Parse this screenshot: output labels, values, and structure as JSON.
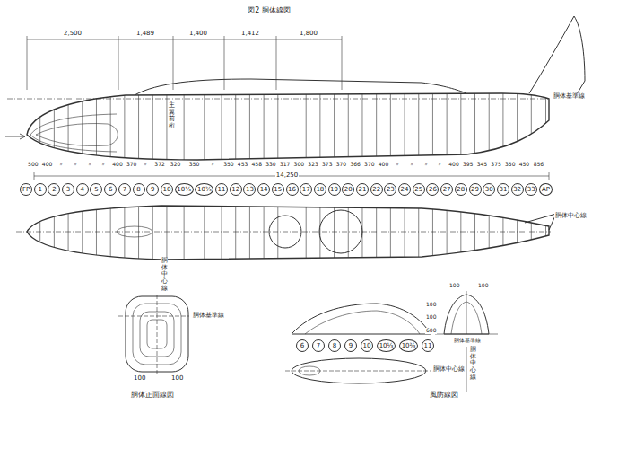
{
  "diagram": {
    "title": "図2 胴体線図",
    "nodes": [
      {
        "text": [
          "FP"
        ]
      },
      {
        "text": [
          "1"
        ]
      },
      {
        "text": [
          "2"
        ]
      },
      {
        "text": [
          "3"
        ]
      },
      {
        "text": [
          "4"
        ]
      },
      {
        "text": [
          "5"
        ]
      },
      {
        "text": [
          "6"
        ]
      },
      {
        "text": [
          "7"
        ]
      },
      {
        "text": [
          "8"
        ]
      },
      {
        "text": [
          "9"
        ]
      },
      {
        "text": [
          "10"
        ]
      },
      {
        "text": [
          "10⅓"
        ]
      },
      {
        "text": [
          "10⅔"
        ]
      },
      {
        "text": [
          "11"
        ]
      },
      {
        "text": [
          "12"
        ]
      },
      {
        "text": [
          "13"
        ]
      },
      {
        "text": [
          "14"
        ]
      },
      {
        "text": [
          "15"
        ]
      },
      {
        "text": [
          "16"
        ]
      },
      {
        "text": [
          "17"
        ]
      },
      {
        "text": [
          "18"
        ]
      },
      {
        "text": [
          "19"
        ]
      },
      {
        "text": [
          "20"
        ]
      },
      {
        "text": [
          "21"
        ]
      },
      {
        "text": [
          "22"
        ]
      },
      {
        "text": [
          "23"
        ]
      },
      {
        "text": [
          "24"
        ]
      },
      {
        "text": [
          "25"
        ]
      },
      {
        "text": [
          "26"
        ]
      },
      {
        "text": [
          "27"
        ]
      },
      {
        "text": [
          "28"
        ]
      },
      {
        "text": [
          "29"
        ]
      },
      {
        "text": [
          "30"
        ]
      },
      {
        "text": [
          "31"
        ]
      },
      {
        "text": [
          "32"
        ]
      },
      {
        "text": [
          "33"
        ]
      },
      {
        "text": [
          "AP"
        ]
      },
      {
        "text": [
          "6"
        ]
      },
      {
        "text": [
          "7"
        ]
      },
      {
        "text": [
          "8"
        ]
      },
      {
        "text": [
          "9"
        ]
      },
      {
        "text": [
          "10"
        ]
      },
      {
        "text": [
          "10⅓"
        ]
      },
      {
        "text": [
          "10⅔"
        ]
      },
      {
        "text": [
          "11"
        ]
      }
    ],
    "labels": [
      "2,500",
      "1,489",
      "1,400",
      "1,412",
      "1,800",
      "胴体基準線",
      "主翼前桁",
      "500",
      "400",
      "〃",
      "〃",
      "〃",
      "〃",
      "400",
      "370",
      "〃",
      "372",
      "320",
      "350",
      "〃",
      "350",
      "453",
      "458",
      "330",
      "317",
      "300",
      "323",
      "373",
      "370",
      "366",
      "370",
      "400",
      "〃",
      "〃",
      "〃",
      "〃",
      "400",
      "395",
      "345",
      "375",
      "350",
      "450",
      "856",
      "14,250",
      "胴体中心線",
      "胴体中心線",
      "胴体基準線",
      "100",
      "100",
      "胴体正面線図",
      "胴体中心線",
      "100",
      "100",
      "100",
      "100",
      "600",
      "胴体基準線",
      "胴体中心線",
      "風防線図"
    ]
  }
}
